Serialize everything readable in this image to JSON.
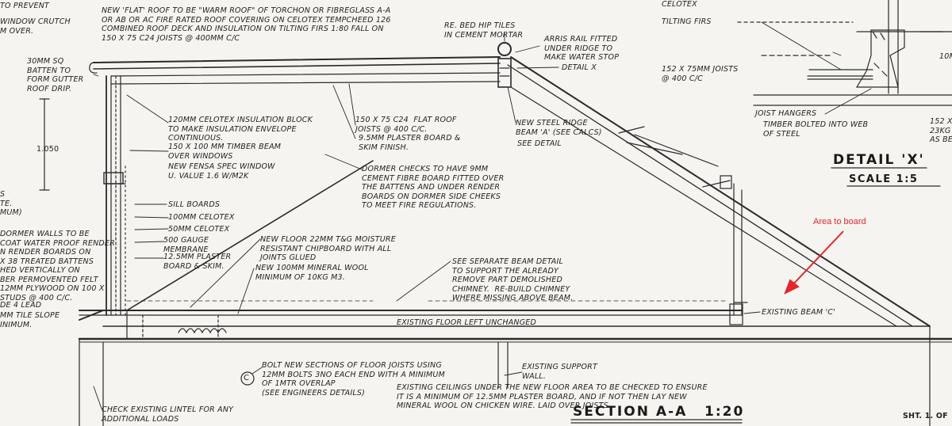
{
  "notes": {
    "tl1": "TO PREVENT",
    "tl2": "WINDOW CRUTCH\nM OVER.",
    "roof": "NEW 'FLAT' ROOF TO BE \"WARM ROOF\" OF TORCHON OR FIBREGLASS A-A\nOR AB OR AC FIRE RATED ROOF COVERING ON CELOTEX TEMPCHEED 126\nCOMBINED ROOF DECK AND INSULATION ON TILTING FIRS 1:80 FALL ON\n150 X 75 C24 JOISTS @ 400MM C/C",
    "ridge_tiles": "RE. BED HIP TILES\nIN CEMENT MORTAR",
    "arris": "ARRIS RAIL FITTED\nUNDER RIDGE TO\nMAKE WATER STOP",
    "detail_x_ref": "DETAIL X",
    "batten": "30MM SQ\nBATTEN TO\nFORM GUTTER\nROOF DRIP.",
    "celotex_block": "120MM CELOTEX INSULATION BLOCK\nTO MAKE INSULATION ENVELOPE\nCONTINUOUS.",
    "timber_beam": "150 X 100 MM TIMBER BEAM\nOVER WINDOWS",
    "fensa": "NEW FENSA SPEC WINDOW\nU. VALUE 1.6 W/M2K",
    "flat_roof_joists": "150 X 75 C24  FLAT ROOF\nJOISTS @ 400 C/C.",
    "plaster_skim": "9.5MM PLASTER BOARD &\nSKIM FINISH.",
    "steel_ridge": "NEW STEEL RIDGE\nBEAM 'A' (SEE CALCS)",
    "see_detail": "SEE DETAIL",
    "dimension": "1.050",
    "dormer_checks": "DORMER CHECKS TO HAVE 9MM\nCEMENT FIBRE BOARD FITTED OVER\nTHE BATTENS AND UNDER RENDER\nBOARDS ON DORMER SIDE CHEEKS\nTO MEET FIRE REGULATIONS.",
    "sill": "SILL BOARDS",
    "celotex100": "100MM CELOTEX",
    "celotex50": "50MM CELOTEX",
    "membrane": "500 GAUGE\nMEMBRANE",
    "plaster_board": "12.5MM PLASTER\nBOARD & SKIM.",
    "left_s": "S\nTE.\nMUM)",
    "dormer_walls": "DORMER WALLS TO BE\nCOAT WATER PROOF RENDER\nN RENDER BOARDS ON\nX 38 TREATED BATTENS\nHED VERTICALLY ON\nBER PERMOVENTED FELT\n12MM PLYWOOD ON 100 X\nSTUDS @ 400 C/C.",
    "lead": "DE 4 LEAD",
    "tile_slope": "MM TILE SLOPE\nINIMUM.",
    "floor_chipboard": "NEW FLOOR 22MM T&G MOISTURE\nRESISTANT CHIPBOARD WITH ALL\nJOINTS GLUED",
    "mineral_wool": "NEW 100MM MINERAL WOOL\nMINIMUM OF 10KG M3.",
    "beam_detail": "SEE SEPARATE BEAM DETAIL\nTO SUPPORT THE ALREADY\nREMOVE PART DEMOLISHED\nCHIMNEY.  RE-BUILD CHIMNEY\nWHERE MISSING ABOVE BEAM.",
    "existing_floor": "EXISTING FLOOR LEFT UNCHANGED",
    "existing_beam": "EXISTING BEAM 'C'",
    "bolt_joists": "BOLT NEW SECTIONS OF FLOOR JOISTS USING\n12MM BOLTS 3NO EACH END WITH A MINIMUM\nOF 1MTR OVERLAP\n(SEE ENGINEERS DETAILS)",
    "support_wall": "EXISTING SUPPORT\nWALL.",
    "ceilings": "EXISTING CEILINGS UNDER THE NEW FLOOR AREA TO BE CHECKED TO ENSURE\nIT IS A MINIMUM OF 12.5MM PLASTER BOARD, AND IF NOT THEN LAY NEW\nMINERAL WOOL ON CHICKEN WIRE. LAID OVER JOISTS",
    "lintel": "CHECK EXISTING LINTEL FOR ANY\nADDITIONAL LOADS",
    "celotex_top": "CELOTEX",
    "tilting_firs": "TILTING FIRS",
    "joists_152": "152 X 75MM JOISTS\n@ 400 C/C",
    "joist_hangers": "JOIST HANGERS",
    "timber_bolted": "TIMBER BOLTED INTO WEB\nOF STEEL",
    "edge_10": "10M",
    "edge_152": "152 X\n23KG\nAS BE",
    "callout_c": "C"
  },
  "titles": {
    "detail": "DETAIL 'X'",
    "scale": "SCALE 1:5",
    "section": "SECTION A-A",
    "section_scale": "1:20",
    "sheet": "SHT. 1. OF"
  },
  "annotation": {
    "label": "Area to board",
    "color": "#e3262b"
  }
}
